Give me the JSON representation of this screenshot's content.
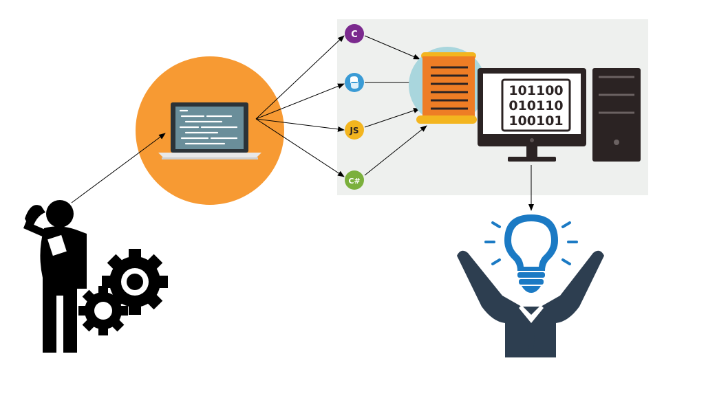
{
  "binary_display": {
    "lines": [
      "101100",
      "010110",
      "100101"
    ]
  },
  "language_badges": [
    {
      "name": "c-badge",
      "label": "C",
      "color": "#7b2a8e"
    },
    {
      "name": "python-badge",
      "label": "",
      "color": "#3a9bd5"
    },
    {
      "name": "javascript-badge",
      "label": "JS",
      "color": "#f3b51f"
    },
    {
      "name": "csharp-badge",
      "label": "C#",
      "color": "#7bb03c"
    }
  ],
  "icons": {
    "person": "thinking-person-with-gears-icon",
    "laptop": "laptop-code-icon",
    "script": "scroll-script-icon",
    "computer": "desktop-computer-icon",
    "idea": "person-lightbulb-idea-icon"
  },
  "colors": {
    "orange_circle": "#f79a33",
    "panel_background": "#eef0ee",
    "scroll_orange": "#ee7d25",
    "computer_dark": "#2b2323",
    "bulb_blue": "#1b7ac4",
    "person_navy": "#2d3e50"
  }
}
